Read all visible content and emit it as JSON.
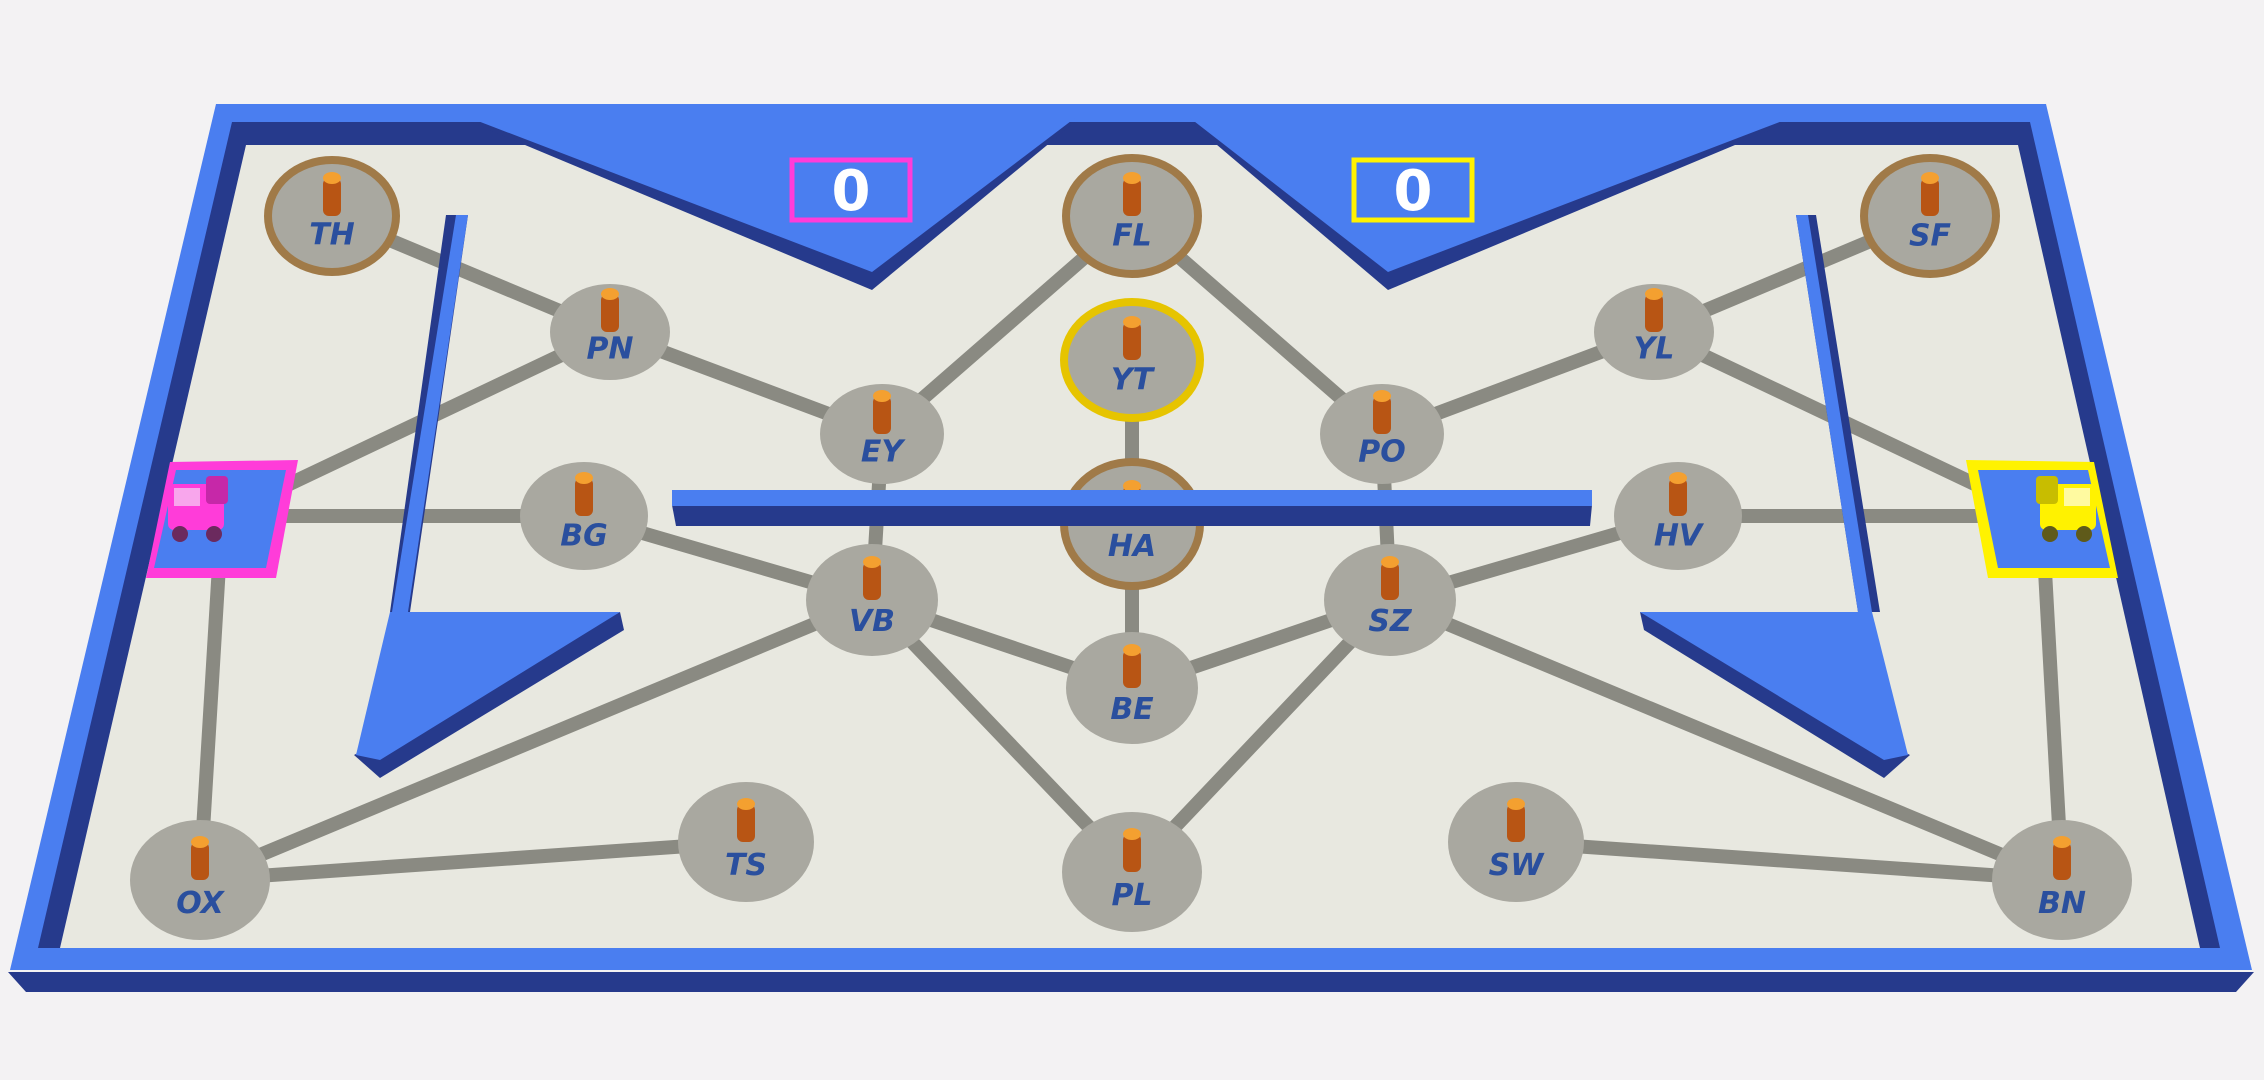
{
  "scoreboard": {
    "pink_score": "0",
    "yellow_score": "0"
  },
  "colors": {
    "frame_blue": "#4a7ef0",
    "frame_dark": "#263a8c",
    "floor": "#e8e8e0",
    "track": "#8a8a82",
    "node": "#a9a8a0",
    "node_ring_gold": "#a07a48",
    "node_ring_yellow": "#e6c400",
    "peg": "#d9731a",
    "label": "#2a4f9e",
    "pink": "#ff3cd9",
    "yellow": "#fff200"
  },
  "players": [
    {
      "id": "pink",
      "color": "#ff3cd9",
      "piece": "pink-truck"
    },
    {
      "id": "yellow",
      "color": "#fff200",
      "piece": "yellow-truck"
    }
  ],
  "nodes": [
    {
      "id": "TH",
      "label": "TH",
      "ring": "gold"
    },
    {
      "id": "FL",
      "label": "FL",
      "ring": "gold"
    },
    {
      "id": "SF",
      "label": "SF",
      "ring": "gold"
    },
    {
      "id": "PN",
      "label": "PN",
      "ring": "none"
    },
    {
      "id": "YL",
      "label": "YL",
      "ring": "none"
    },
    {
      "id": "YT",
      "label": "YT",
      "ring": "yellow"
    },
    {
      "id": "EY",
      "label": "EY",
      "ring": "none"
    },
    {
      "id": "PO",
      "label": "PO",
      "ring": "none"
    },
    {
      "id": "BG",
      "label": "BG",
      "ring": "none"
    },
    {
      "id": "HA",
      "label": "HA",
      "ring": "gold"
    },
    {
      "id": "HV",
      "label": "HV",
      "ring": "none"
    },
    {
      "id": "VB",
      "label": "VB",
      "ring": "none"
    },
    {
      "id": "SZ",
      "label": "SZ",
      "ring": "none"
    },
    {
      "id": "BE",
      "label": "BE",
      "ring": "none"
    },
    {
      "id": "OX",
      "label": "OX",
      "ring": "none"
    },
    {
      "id": "TS",
      "label": "TS",
      "ring": "none"
    },
    {
      "id": "PL",
      "label": "PL",
      "ring": "none"
    },
    {
      "id": "SW",
      "label": "SW",
      "ring": "none"
    },
    {
      "id": "BN",
      "label": "BN",
      "ring": "none"
    }
  ],
  "edges": [
    [
      "TH",
      "PN"
    ],
    [
      "PN",
      "EY"
    ],
    [
      "PN",
      "PINK_BASE"
    ],
    [
      "EY",
      "FL"
    ],
    [
      "FL",
      "PO"
    ],
    [
      "PO",
      "YL"
    ],
    [
      "YL",
      "SF"
    ],
    [
      "YL",
      "YELLOW_BASE"
    ],
    [
      "YT",
      "HA"
    ],
    [
      "PINK_BASE",
      "BG"
    ],
    [
      "BG",
      "VB"
    ],
    [
      "VB",
      "BE"
    ],
    [
      "BE",
      "SZ"
    ],
    [
      "SZ",
      "HV"
    ],
    [
      "HV",
      "YELLOW_BASE"
    ],
    [
      "EY",
      "VB"
    ],
    [
      "PO",
      "SZ"
    ],
    [
      "HA",
      "BE"
    ],
    [
      "VB",
      "PL"
    ],
    [
      "SZ",
      "PL"
    ],
    [
      "VB",
      "OX"
    ],
    [
      "SZ",
      "BN"
    ],
    [
      "OX",
      "TS"
    ],
    [
      "SW",
      "BN"
    ],
    [
      "PINK_BASE",
      "OX"
    ],
    [
      "YELLOW_BASE",
      "BN"
    ]
  ]
}
